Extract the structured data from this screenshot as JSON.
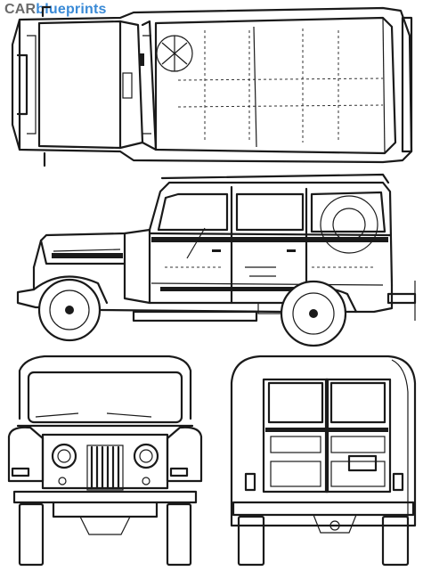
{
  "logo": {
    "car": "CAR",
    "blueprints": "blueprints"
  },
  "colors": {
    "line": "#1a1a1a",
    "logo_car": "#6b6b6b",
    "logo_blueprints": "#3a8ad6",
    "background": "#ffffff"
  },
  "views": [
    "top-view",
    "side-view",
    "front-view",
    "rear-view"
  ]
}
